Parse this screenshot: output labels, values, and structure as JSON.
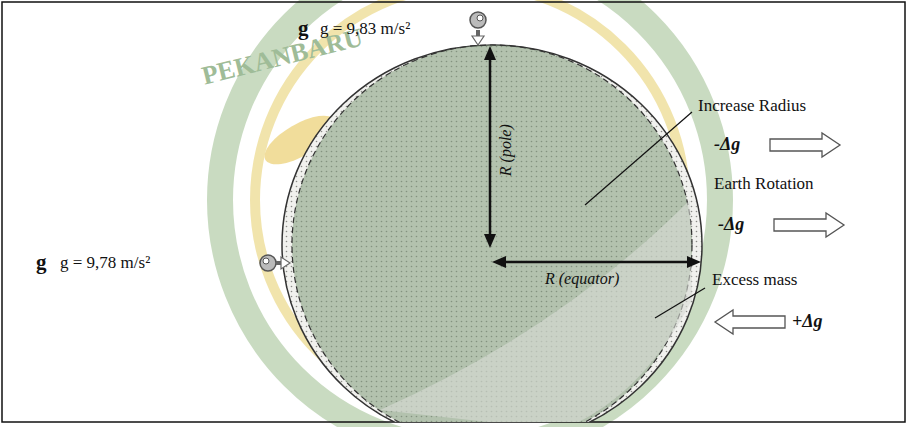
{
  "diagram": {
    "labels": [
      "PEKANBARU",
      "g",
      "g = 9,83 m/s²",
      "g",
      "g = 9,78 m/s²",
      "R (pole)",
      "R (equator)",
      "Increase Radius",
      "-Δg",
      "Earth Rotation",
      "-Δg",
      "Excess mass",
      "+Δg"
    ]
  }
}
